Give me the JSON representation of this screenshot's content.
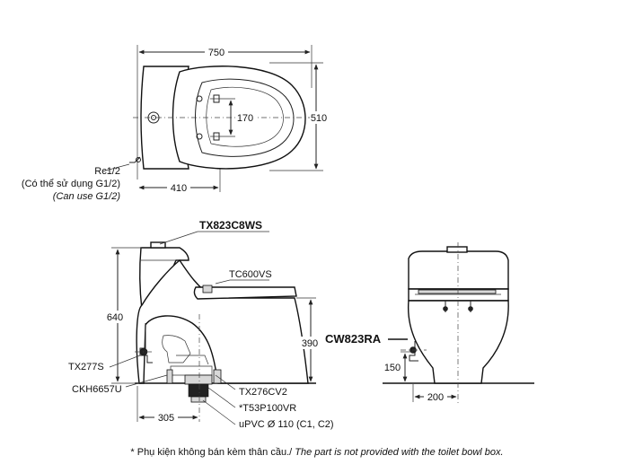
{
  "top_view": {
    "width_dim": "750",
    "depth_dim": "510",
    "hole_spacing_dim": "170",
    "offset_dim": "410",
    "inlet_label": "Rc1/2",
    "inlet_note_vi": "(Có thể sử dụng G1/2)",
    "inlet_note_en": "(Can use G1/2)"
  },
  "side_view": {
    "tank_part": "TX823C8WS",
    "seat_part": "TC600VS",
    "height_dim": "640",
    "bowl_height_dim": "390",
    "valve_part": "TX277S",
    "bolt_part": "CKH6657U",
    "flange_part": "TX276CV2",
    "adapter_part": "*T53P100VR",
    "pipe_spec": "uPVC Ø 110 (C1, C2)",
    "rough_in_dim": "305"
  },
  "front_view": {
    "model_name": "CW823RA",
    "inlet_height_dim": "150",
    "inlet_offset_dim": "200"
  },
  "footnote": {
    "vi": "* Phụ kiện không bán kèm thân cầu./",
    "en": " The part is not provided with the toilet bowl box."
  }
}
